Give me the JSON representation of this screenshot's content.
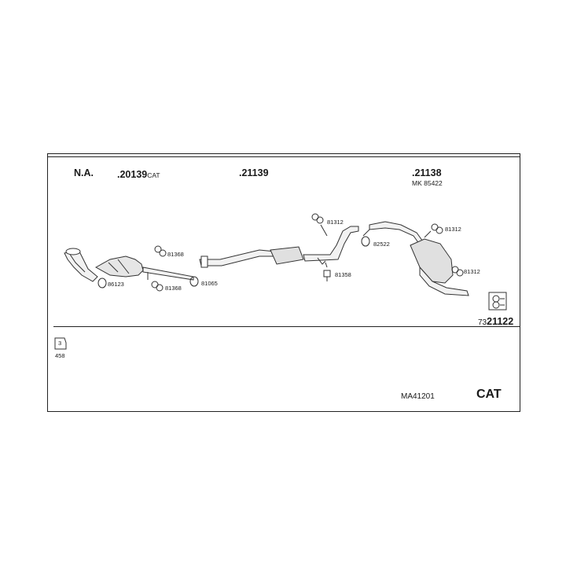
{
  "header": {
    "na": "N.A.",
    "part1_num": ".20139",
    "part1_suffix": "CAT",
    "part2": ".21139",
    "part3": ".21138",
    "part3_sub": "MK 85422"
  },
  "parts": {
    "p81312_a": "81312",
    "p82522": "82522",
    "p81312_b": "81312",
    "p81368_a": "81368",
    "p81368_b": "81368",
    "p86123": "86123",
    "p81065": "81065",
    "p81358": "81358",
    "p81312_c": "81312"
  },
  "footer_code": {
    "prefix": "73",
    "main": "21122"
  },
  "bottom": {
    "box_label": "3",
    "box_num": "458",
    "model": "MA41201",
    "cat": "CAT"
  }
}
